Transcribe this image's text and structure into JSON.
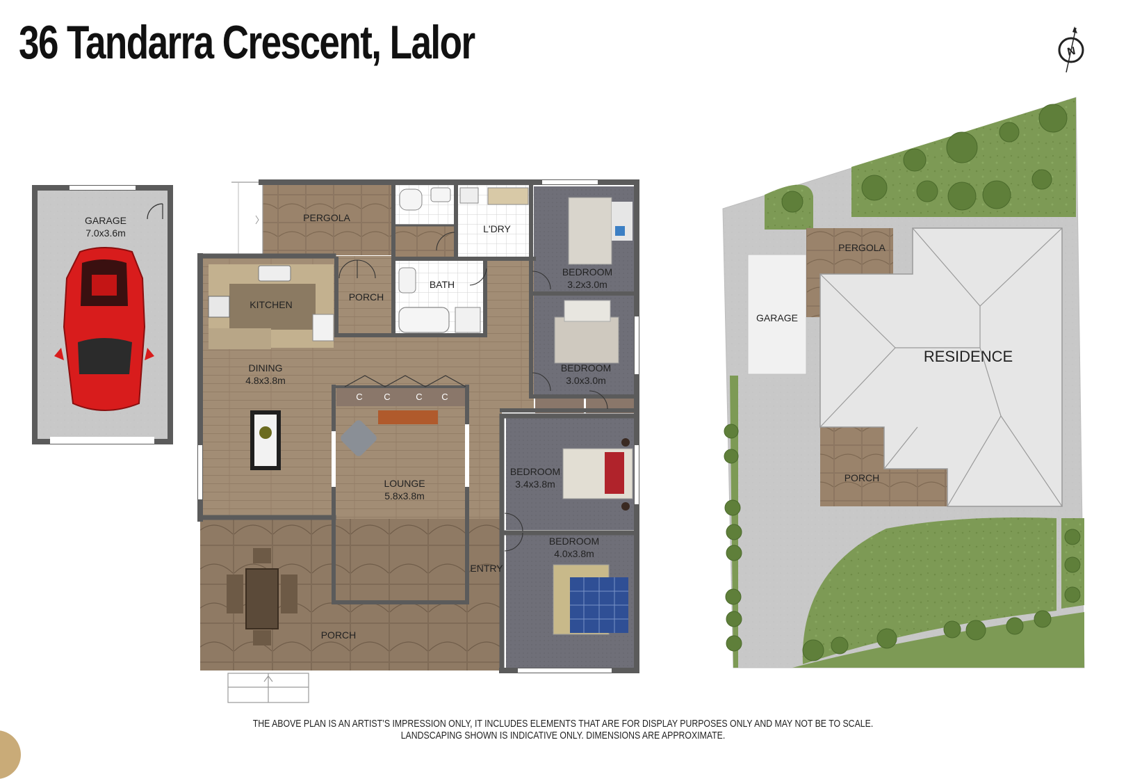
{
  "title": "36 Tandarra Crescent, Lalor",
  "compass": {
    "label": "N",
    "icon": "north-arrow-icon"
  },
  "floor_plan": {
    "garage": {
      "name": "GARAGE",
      "size": "7.0x3.6m"
    },
    "pergola": {
      "name": "PERGOLA"
    },
    "laundry": {
      "name": "L'DRY"
    },
    "bedroom1": {
      "name": "BEDROOM",
      "size": "3.2x3.0m"
    },
    "kitchen": {
      "name": "KITCHEN"
    },
    "porch_back": {
      "name": "PORCH"
    },
    "bath": {
      "name": "BATH"
    },
    "bedroom2": {
      "name": "BEDROOM",
      "size": "3.0x3.0m"
    },
    "dining": {
      "name": "DINING",
      "size": "4.8x3.8m"
    },
    "cupboards": [
      "C",
      "C",
      "C",
      "C"
    ],
    "lounge": {
      "name": "LOUNGE",
      "size": "5.8x3.8m"
    },
    "bedroom3": {
      "name": "BEDROOM",
      "size": "3.4x3.8m"
    },
    "bedroom4": {
      "name": "BEDROOM",
      "size": "4.0x3.8m"
    },
    "entry": {
      "name": "ENTRY"
    },
    "porch_front": {
      "name": "PORCH"
    }
  },
  "site_plan": {
    "pergola": "PERGOLA",
    "garage": "GARAGE",
    "residence": "RESIDENCE",
    "porch": "PORCH"
  },
  "disclaimer": {
    "line1": "THE ABOVE PLAN IS AN ARTIST’S IMPRESSION ONLY, IT INCLUDES ELEMENTS THAT ARE FOR DISPLAY PURPOSES ONLY AND MAY NOT BE TO SCALE.",
    "line2": "LANDSCAPING SHOWN IS INDICATIVE ONLY. DIMENSIONS ARE APPROXIMATE."
  },
  "colors": {
    "wall": "#5b5b5b",
    "timber_floor": "#a08b73",
    "carpet": "#6e6e78",
    "tile": "#ffffff",
    "paving": "#8a7460",
    "concrete": "#c9c9c9",
    "lawn": "#7d9a55",
    "roof": "#e6e6e6",
    "car": "#d81c1c"
  }
}
